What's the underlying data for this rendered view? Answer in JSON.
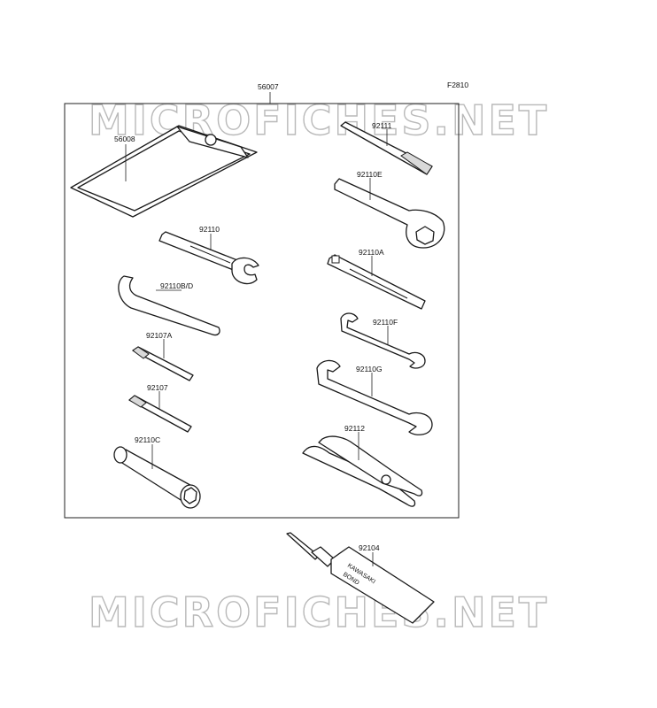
{
  "figure_code": "F2810",
  "watermark_text": "MICROFICHES.NET",
  "kit_label": "56007",
  "callouts": {
    "p56008": "56008",
    "p92110": "92110",
    "p92110BD": "92110B/D",
    "p92107A": "92107A",
    "p92107": "92107",
    "p92110C": "92110C",
    "p92111": "92111",
    "p92110E": "92110E",
    "p92110A": "92110A",
    "p92110F": "92110F",
    "p92110G": "92110G",
    "p92112": "92112",
    "p92104": "92104"
  },
  "tube_text": [
    "KAWASAKI",
    "BOND"
  ]
}
